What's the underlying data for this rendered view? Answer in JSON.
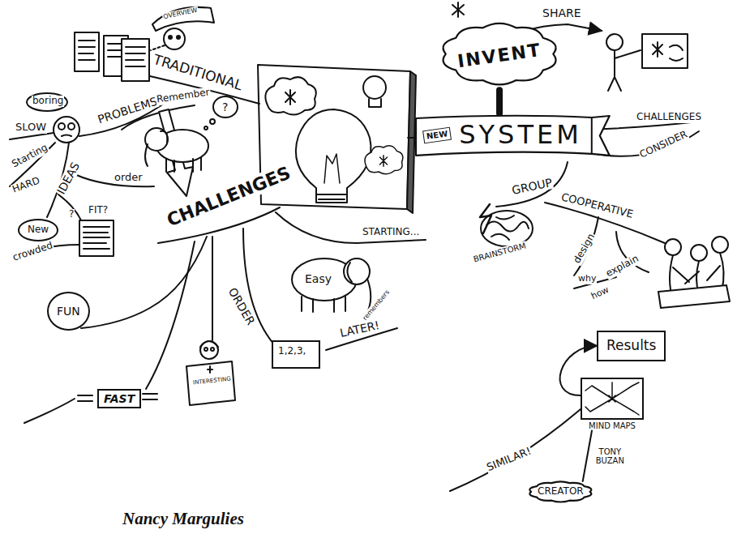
{
  "diagram": {
    "caption": "Nancy Margulies",
    "nodes": [
      {
        "text": [
          "INVENT"
        ]
      },
      {
        "text": [
          "NEW",
          "SYSTEM"
        ]
      },
      {
        "text": [
          "New"
        ]
      },
      {
        "text": [
          "FUN"
        ]
      },
      {
        "text": [
          "1,2,3,"
        ]
      },
      {
        "text": [
          "Results"
        ]
      },
      {
        "text": [
          "MIND MAPS"
        ]
      },
      {
        "text": [
          "FAST"
        ]
      },
      {
        "text": [
          "CREATOR"
        ]
      }
    ],
    "edges": [
      {
        "from": 0,
        "to": 1,
        "arrow": "none"
      },
      {
        "from": 6,
        "to": 5,
        "arrow": "to"
      },
      {
        "from": 8,
        "to": 6,
        "arrow": "none",
        "label": "TONY BUZAN"
      }
    ],
    "labels": [
      "OVERVIEW",
      "TRADITIONAL",
      "PROBLEMS",
      "boring",
      "SLOW",
      "Starting",
      "HARD",
      "Remember",
      "?",
      "IDEAS",
      "order",
      "?",
      "FIT?",
      "crowded",
      "CHALLENGES",
      "STARTING...",
      "Easy",
      "remembers",
      "ORDER",
      "LATER!",
      "INTERESTING",
      "SHARE",
      "CHALLENGES",
      "CONSIDER",
      "GROUP",
      "BRAINSTORM",
      "COOPERATIVE",
      "design",
      "why",
      "explain",
      "how",
      "SIMILAR!"
    ]
  }
}
